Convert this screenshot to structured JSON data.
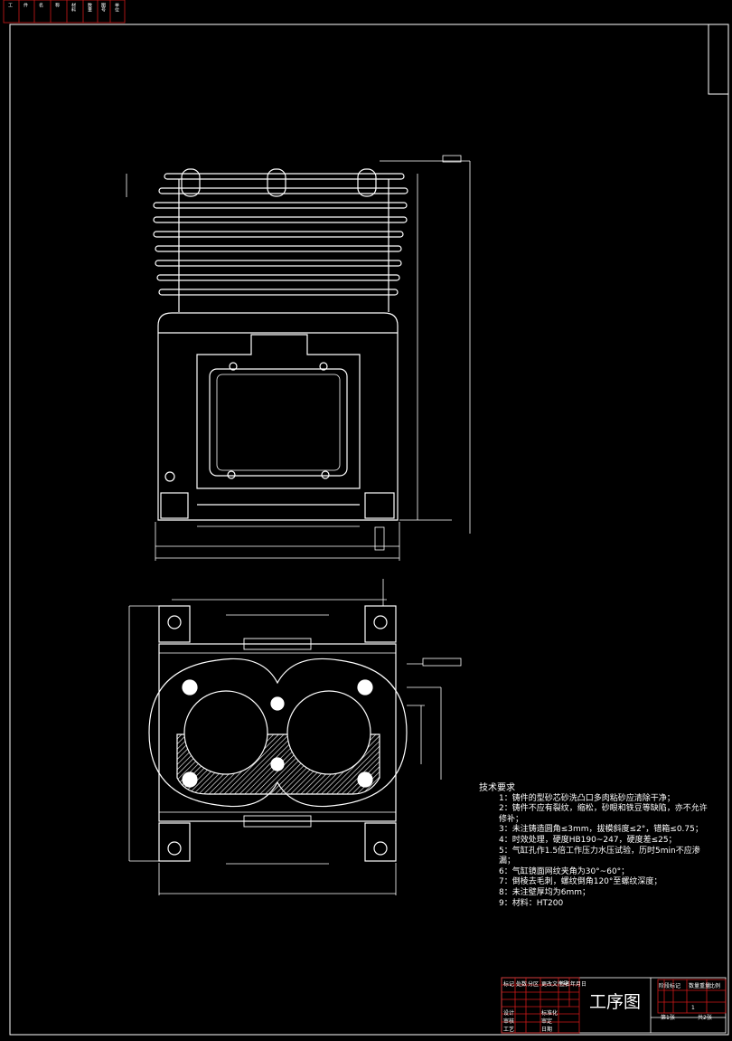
{
  "document": {
    "title_block": {
      "title": "工序图",
      "sheet_text": "共2张",
      "row_labels": [
        "设计",
        "审核",
        "工艺"
      ],
      "col_labels": [
        "标记",
        "处数",
        "分区",
        "更改文件号",
        "签名",
        "年月日"
      ],
      "mid_labels": [
        "标准化",
        "审定",
        "日期"
      ],
      "right_labels": [
        "阶段标记",
        "数量",
        "重量",
        "比例"
      ],
      "scale_value": "1",
      "sheet_left": "第1张"
    },
    "tech_requirements": {
      "title": "技术要求",
      "items": [
        "1：铸件的型砂芯砂洗凸口多肉粘砂应清除干净；",
        "2：铸件不应有裂纹，缩松，砂眼和铁豆等缺陷，亦不允许修补；",
        "3：未注铸造圆角≤3mm，拔模斜度≤2°，错箱≤0.75；",
        "4：时效处理，硬度HB190~247，硬度差≤25；",
        "5：气缸孔作1.5倍工作压力水压试验，历时5min不应渗漏；",
        "6：气缸镜面网纹夹角为30°~60°；",
        "7：倒棱去毛刺，螺纹倒角120°至螺纹深度；",
        "8：未注壁厚均为6mm；",
        "9：材料：HT200"
      ]
    },
    "top_strip_labels": [
      "工",
      "件",
      "名",
      "称",
      "材料",
      "数量",
      "图号",
      "单位"
    ]
  }
}
